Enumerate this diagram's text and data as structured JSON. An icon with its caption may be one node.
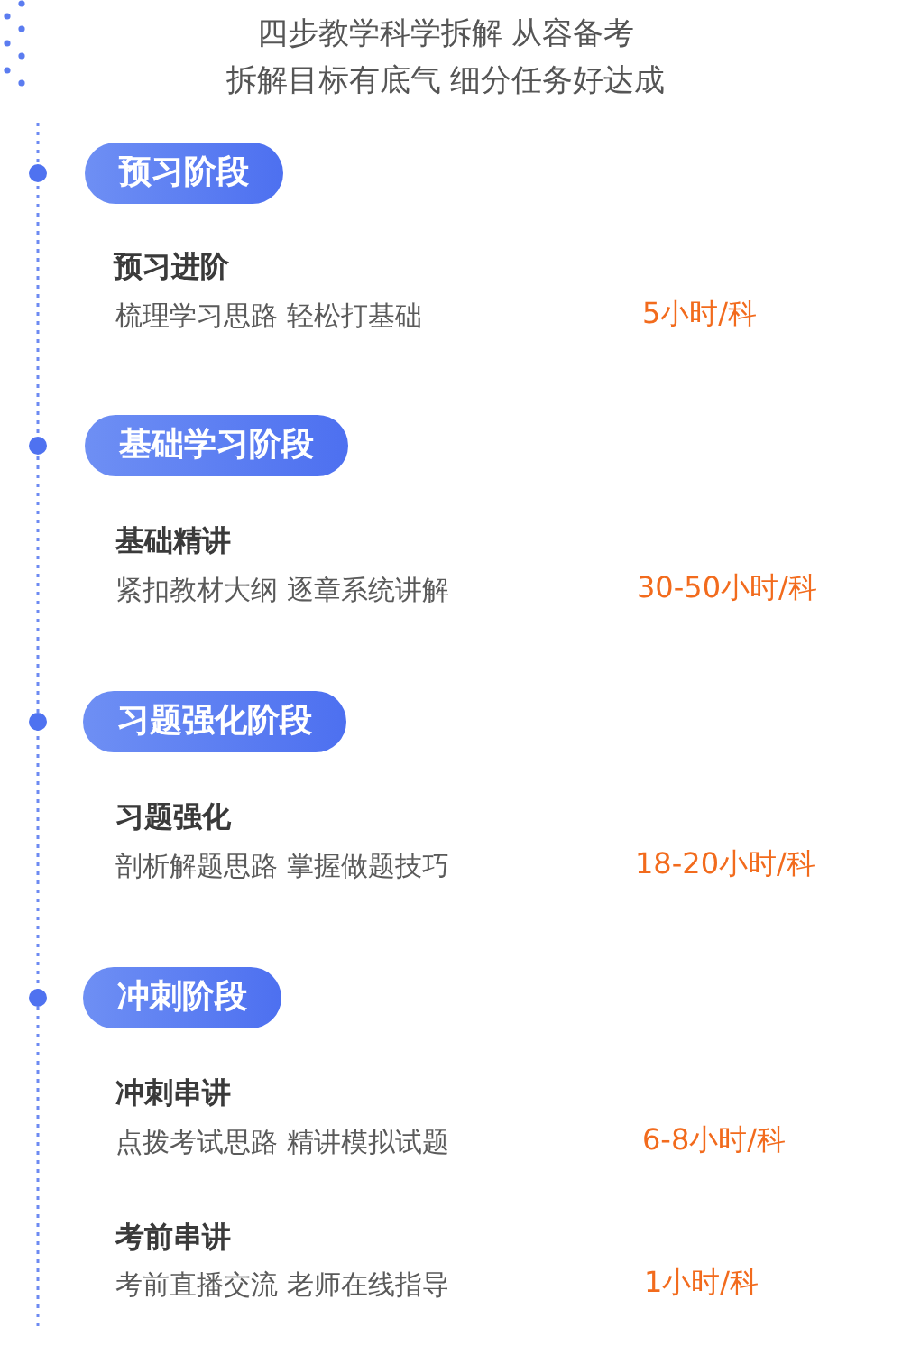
{
  "diagram": {
    "title": "四步教学科学拆解 从容备考",
    "nodes": [
      {
        "text": [
          "预习阶段"
        ]
      },
      {
        "text": [
          "基础学习阶段"
        ]
      },
      {
        "text": [
          "习题强化阶段"
        ]
      },
      {
        "text": [
          "冲刺阶段"
        ]
      }
    ],
    "labels": [
      "拆解目标有底气 细分任务好达成",
      "预习进阶",
      "梳理学习思路 轻松打基础",
      "5小时/科",
      "基础精讲",
      "紧扣教材大纲 逐章系统讲解",
      "30-50小时/科",
      "习题强化",
      "剖析解题思路 掌握做题技巧",
      "18-20小时/科",
      "冲刺串讲",
      "点拨考试思路 精讲模拟试题",
      "6-8小时/科",
      "考前串讲",
      "考前直播交流 老师在线指导",
      "1小时/科"
    ]
  }
}
